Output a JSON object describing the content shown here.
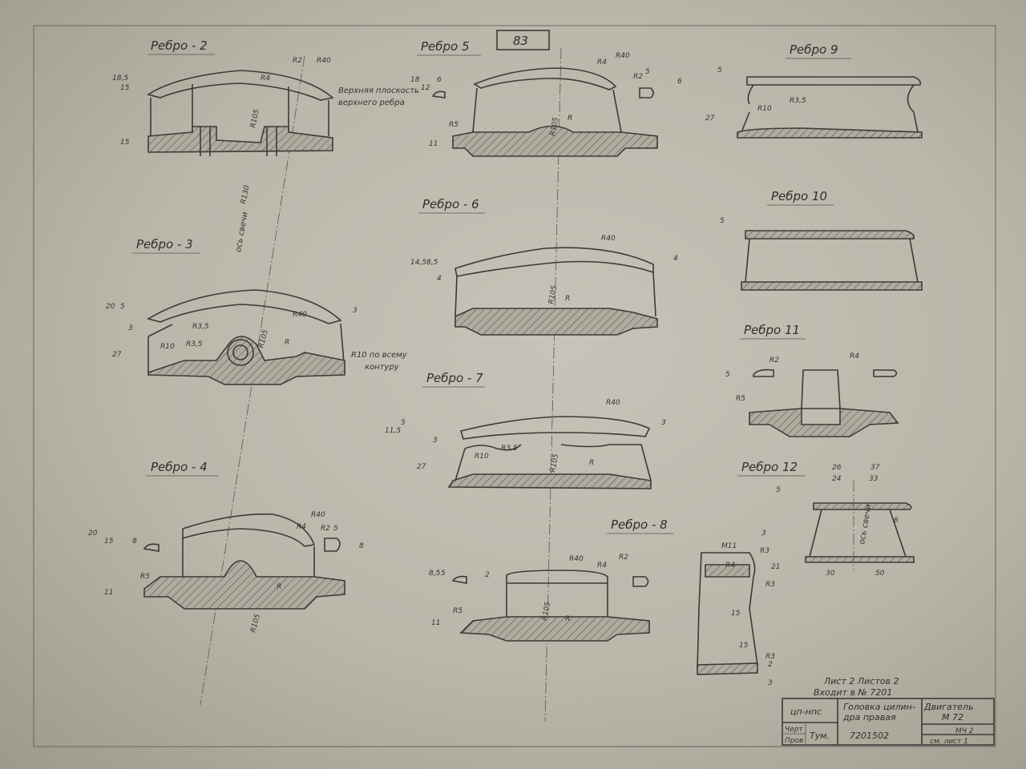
{
  "sheet_number": "83",
  "ribs": {
    "r2": "Ребро - 2",
    "r3": "Ребро - 3",
    "r4": "Ребро - 4",
    "r5": "Ребро 5",
    "r6": "Ребро - 6",
    "r7": "Ребро - 7",
    "r8": "Ребро - 8",
    "r9": "Ребро 9",
    "r10": "Ребро 10",
    "r11": "Ребро 11",
    "r12": "Ребро 12"
  },
  "notes": {
    "upper_plane_1": "Верхняя плоскость",
    "upper_plane_2": "верхнего ребра",
    "plug_axis": "ось свечи",
    "plug_axis_12": "ось свечи",
    "r10_contour_1": "R10 по всему",
    "r10_contour_2": "контуру",
    "sheet_info": "Лист 2  Листов 2",
    "included_in": "Входит в № 7201"
  },
  "dims": {
    "r2": [
      "R4",
      "R2",
      "R40",
      "R105",
      "R130",
      "18,5",
      "15",
      "15"
    ],
    "r3": [
      "20",
      "5",
      "3",
      "R3,5",
      "R3,5",
      "R10",
      "27",
      "R105",
      "R",
      "R40",
      "3"
    ],
    "r4": [
      "20",
      "15",
      "8",
      "R5",
      "11",
      "R105",
      "R",
      "R4",
      "R40",
      "R2",
      "5",
      "8"
    ],
    "r5": [
      "18",
      "12",
      "6",
      "R4",
      "R40",
      "R2",
      "5",
      "6",
      "R5",
      "11",
      "R105",
      "R"
    ],
    "r6": [
      "14,5",
      "8,5",
      "4",
      "R40",
      "R105",
      "R",
      "4"
    ],
    "r7": [
      "11,5",
      "5",
      "3",
      "27",
      "R10",
      "R3,5",
      "R105",
      "R",
      "R40",
      "3"
    ],
    "r8": [
      "8,5",
      "5",
      "2",
      "R5",
      "11",
      "R105",
      "R",
      "R40",
      "R4",
      "R2"
    ],
    "r9": [
      "5",
      "R10",
      "R3,5",
      "27"
    ],
    "r10": [
      "5"
    ],
    "r11": [
      "5",
      "R2",
      "R4",
      "R5"
    ],
    "r12": [
      "26",
      "37",
      "24",
      "33",
      "5",
      "6",
      "30",
      "50",
      "M11",
      "R3",
      "R4",
      "3",
      "21",
      "R3",
      "15",
      "15",
      "R3",
      "2",
      "3"
    ]
  },
  "title_block": {
    "code": "цп-нпс",
    "part_name_1": "Головка цилин-",
    "part_name_2": "дра правая",
    "product_1": "Двигатель",
    "product_2": "М 72",
    "drawn": "Черт",
    "checked": "Пров",
    "signature": "Тум.",
    "drawing_number": "7201502",
    "material": "МЧ 2",
    "sheets": "см. лист 1"
  }
}
